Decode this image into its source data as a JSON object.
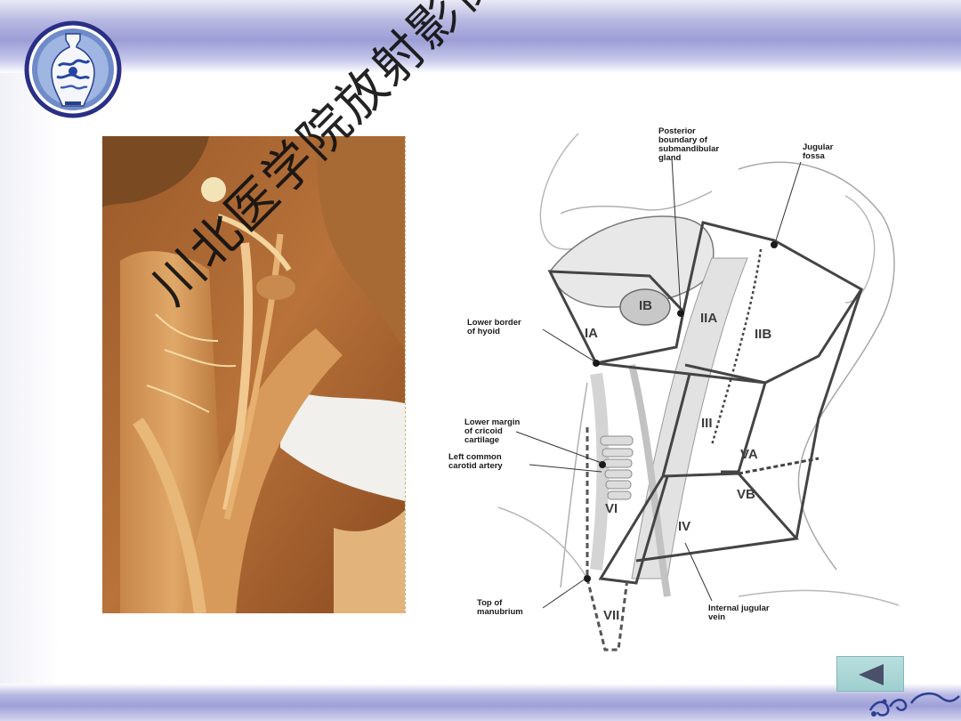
{
  "slide": {
    "watermark": "川北医学院放射影像学教研室"
  },
  "diagram": {
    "labels": {
      "posterior_boundary": [
        "Posterior",
        "boundary of",
        "submandibular",
        "gland"
      ],
      "jugular_fossa": [
        "Jugular",
        "fossa"
      ],
      "lower_border_hyoid": [
        "Lower border",
        "of hyoid"
      ],
      "lower_margin_cricoid": [
        "Lower margin",
        "of cricoid",
        "cartilage"
      ],
      "left_common_carotid": [
        "Left common",
        "carotid artery"
      ],
      "top_of_manubrium": [
        "Top of",
        "manubrium"
      ],
      "internal_jugular_vein": [
        "Internal jugular",
        "vein"
      ]
    },
    "levels": {
      "IA": "IA",
      "IB": "IB",
      "IIA": "IIA",
      "IIB": "IIB",
      "III": "III",
      "IV": "IV",
      "VA": "VA",
      "VB": "VB",
      "VI": "VI",
      "VII": "VII"
    }
  },
  "navigation": {
    "back_button_icon": "triangle-left-icon"
  },
  "colors": {
    "band": "#9c9dd6",
    "logo_ring": "#2a2f86",
    "button": "#a8d4d4",
    "arrow": "#4a4f6a"
  }
}
